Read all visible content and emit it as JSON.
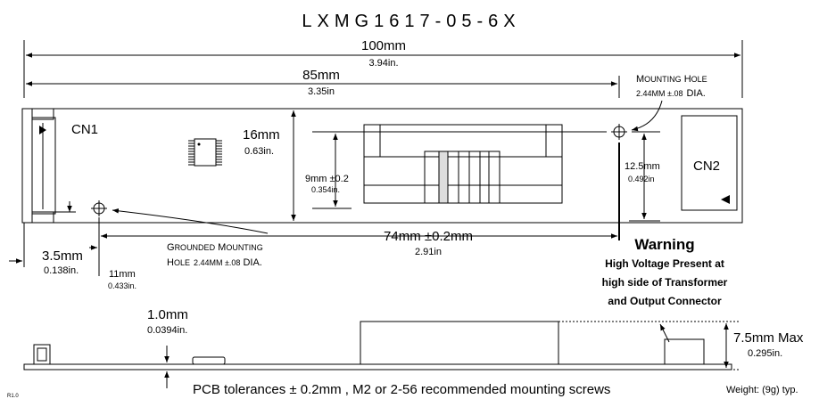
{
  "title": "LXMG1617-05-6X",
  "dims": {
    "overall_mm": "100mm",
    "overall_in": "3.94in.",
    "holes_mm": "85mm",
    "holes_in": "3.35in",
    "height_mm": "16mm",
    "height_in": "0.63in.",
    "cn_offset_mm": "9mm ±0.2",
    "cn_offset_in": "0.354in.",
    "cn2_mm": "12.5mm",
    "cn2_in": "0.492in",
    "gnd_x_mm": "74mm ±0.2mm",
    "gnd_x_in": "2.91in",
    "left_mm": "3.5mm",
    "left_in": "0.138in.",
    "left2_mm": "11mm",
    "left2_in": "0.433in.",
    "pcb_t_mm": "1.0mm",
    "pcb_t_in": "0.0394in.",
    "max_h_mm": "7.5mm Max",
    "max_h_in": "0.295in."
  },
  "labels": {
    "cn1": "CN1",
    "cn2": "CN2",
    "mh_line1": "MOUNTING HOLE",
    "mh_line2_size": "2.44MM ±.08",
    "mh_line2_dia": "DIA.",
    "gmh_line1": "GROUNDED MOUNTING",
    "gmh_line2_a": "HOLE",
    "gmh_line2_size": "2.44MM ±.08",
    "gmh_line2_dia": "DIA."
  },
  "warning": {
    "title": "Warning",
    "line1": "High Voltage Present at",
    "line2": "high side of Transformer",
    "line3": "and Output Connector"
  },
  "notes": {
    "pcb": "PCB tolerances ± 0.2mm , M2 or 2-56 recommended mounting screws",
    "weight": "Weight:  (9g) typ.",
    "rev": "R1.0"
  }
}
